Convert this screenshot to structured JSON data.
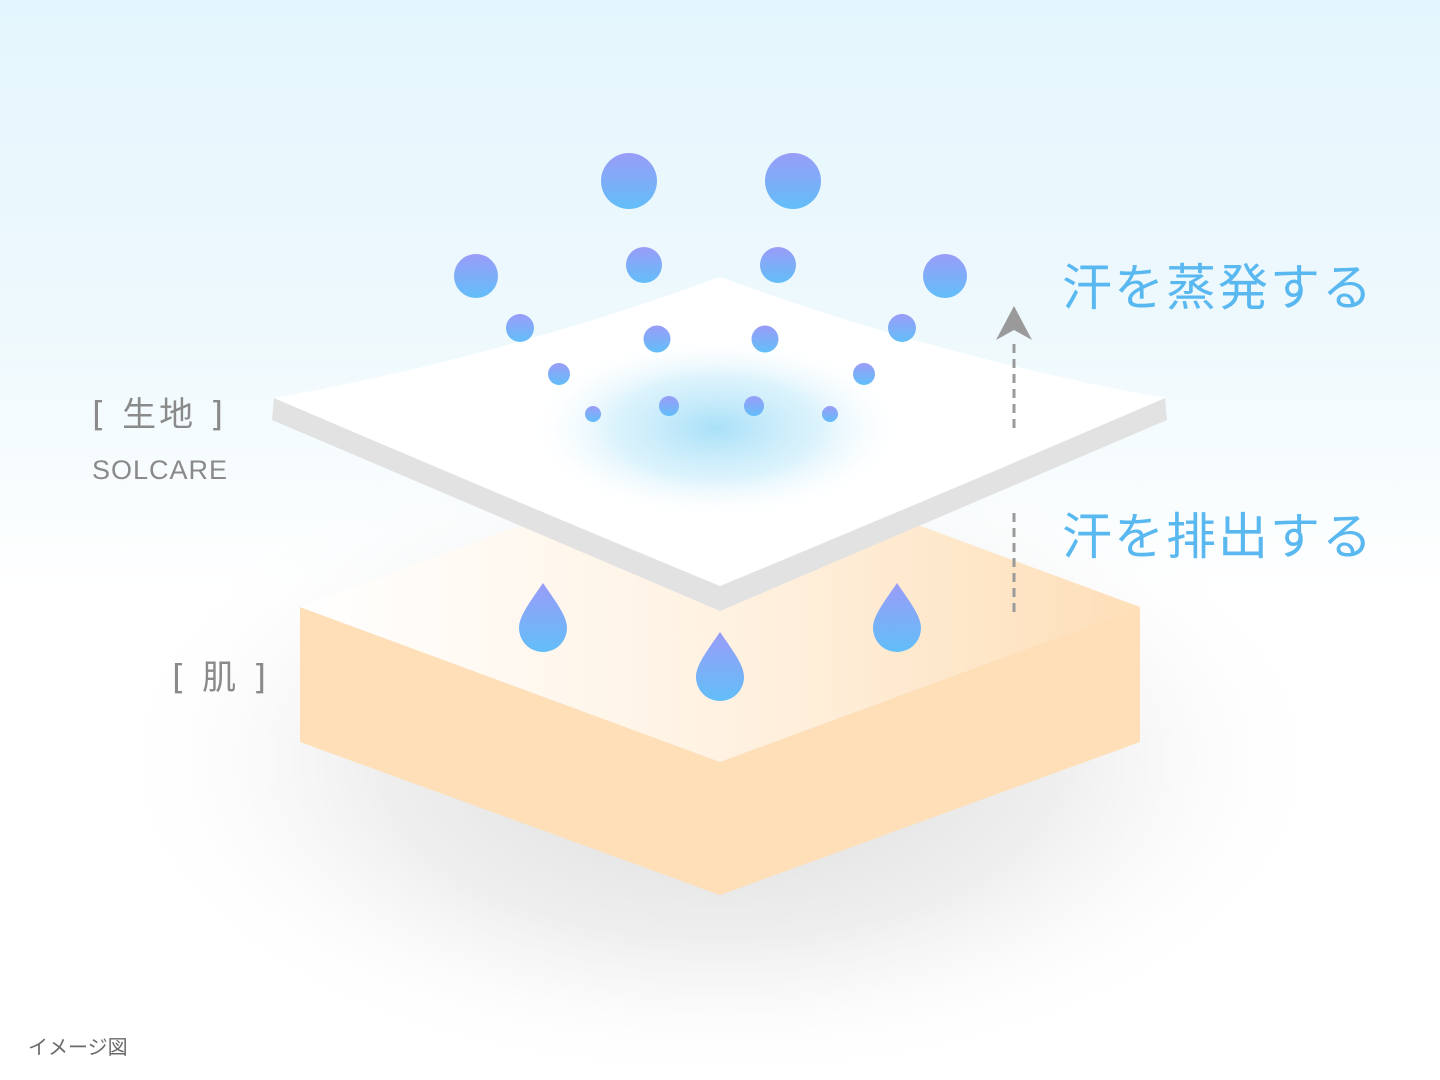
{
  "labels": {
    "fabric": "[ 生地 ]",
    "fabric_brand": "SOLCARE",
    "skin": "[ 肌 ]",
    "evaporate": "汗を蒸発する",
    "discharge": "汗を排出する",
    "image_note": "イメージ図"
  },
  "colors": {
    "accent_text": "#5ab8f0",
    "label_text": "#8a8a8a",
    "droplet_top": "#9a9cf8",
    "droplet_bottom": "#62bef8",
    "skin_fill": "#fedfb8",
    "fabric_fill": "#ffffff",
    "fabric_edge": "#e2e2e2",
    "arrow": "#9a9a9a"
  },
  "icons": [
    "sweat-droplet-icon",
    "vapor-bubble-icon",
    "up-arrow-icon"
  ]
}
